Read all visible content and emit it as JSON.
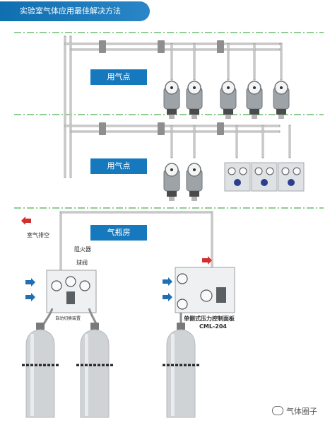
{
  "title": "实验室气体应用最佳解决方法",
  "zones": {
    "use_point_1": "用气点",
    "use_point_2": "用气点",
    "cylinder_room": "气瓶房"
  },
  "labels": {
    "vent": "室气排空",
    "flame_arrestor": "阻火器",
    "ball_valve": "球阀",
    "auto_switch": "自动切换装置",
    "single_panel_line1": "单侧式压力控制面板",
    "single_panel_line2": "CML-204"
  },
  "watermark": "气体圈子",
  "colors": {
    "accent_blue": "#1779bd",
    "divider_green": "#4caf50",
    "pipe_gray": "#b9b9b9",
    "cylinder": "#cfd3d6",
    "arrow_blue": "#1f6fb5",
    "arrow_red": "#d32f2f"
  }
}
